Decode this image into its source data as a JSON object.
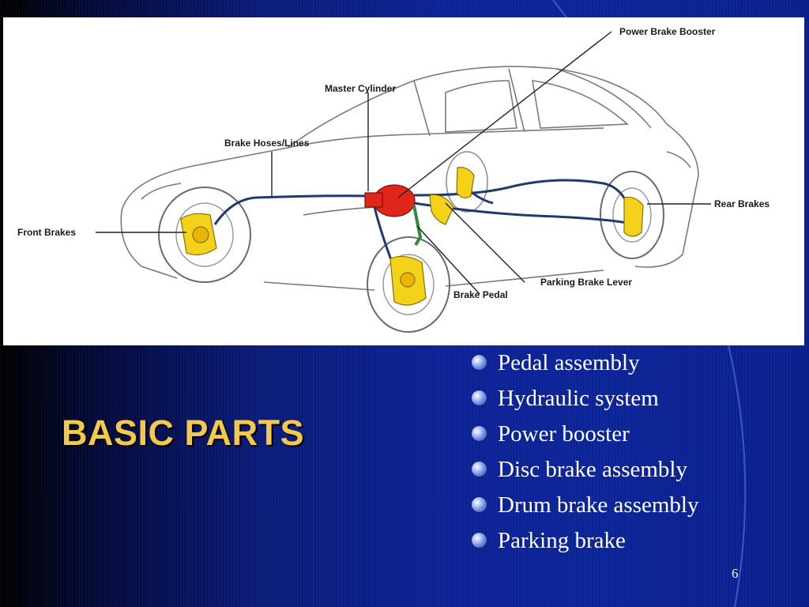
{
  "slide": {
    "title": "BASIC PARTS",
    "page_number": "6",
    "bullets": [
      "Pedal assembly",
      "Hydraulic system",
      "Power booster",
      "Disc brake assembly",
      "Drum brake assembly",
      "Parking brake"
    ]
  },
  "diagram": {
    "labels": {
      "power_brake_booster": "Power Brake Booster",
      "master_cylinder": "Master Cylinder",
      "brake_hoses_lines": "Brake Hoses/Lines",
      "front_brakes": "Front Brakes",
      "rear_brakes": "Rear Brakes",
      "parking_brake_lever": "Parking Brake Lever",
      "brake_pedal": "Brake Pedal"
    }
  },
  "colors": {
    "title": "#f2c94c",
    "brake_parts": "#f5d21a",
    "master_cylinder": "#e0251b",
    "brake_lines": "#1f3a6e",
    "pedal": "#2e8b3c"
  }
}
